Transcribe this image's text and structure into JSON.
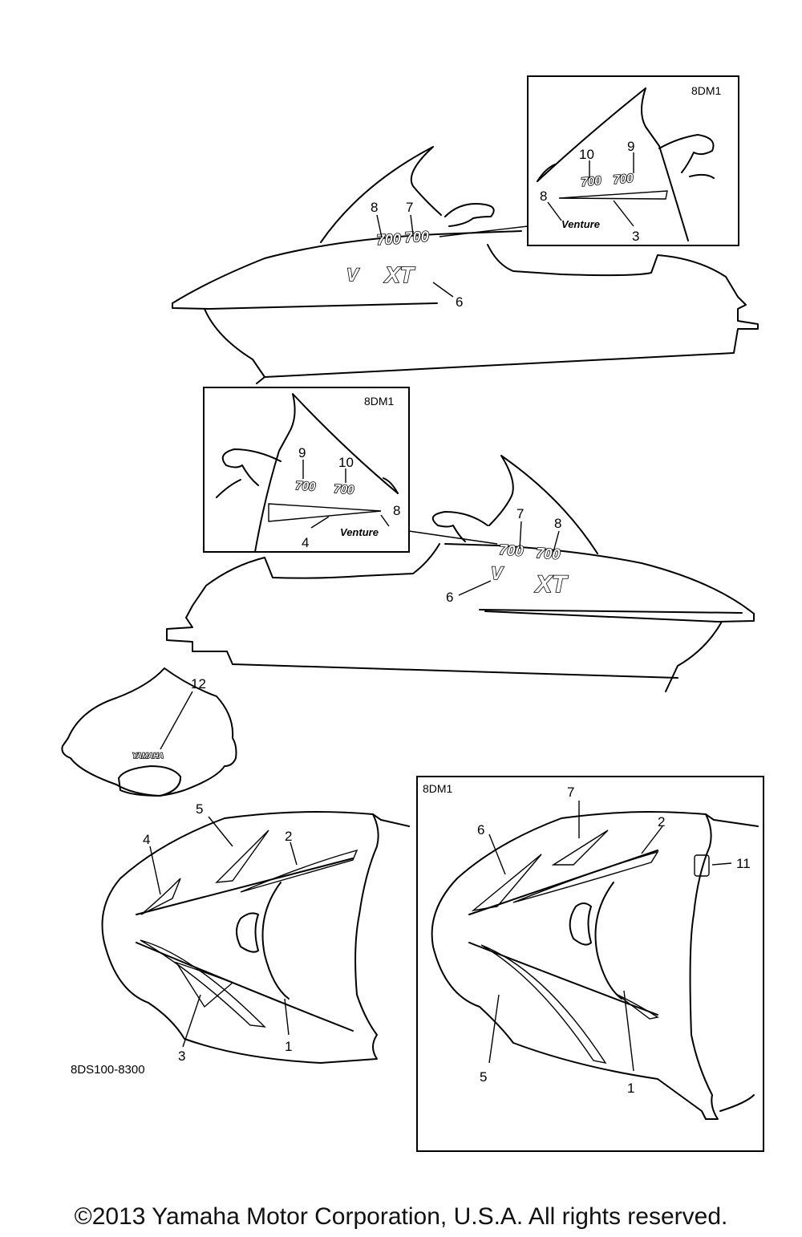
{
  "inset_labels": {
    "top": "8DM1",
    "middle": "8DM1",
    "bottom": "8DM1"
  },
  "part_code": "8DS100-8300",
  "callouts": {
    "top_side": [
      "8",
      "7",
      "6"
    ],
    "top_inset": [
      "10",
      "9",
      "8",
      "3"
    ],
    "middle_inset": [
      "9",
      "10",
      "8",
      "4"
    ],
    "middle_side": [
      "7",
      "8",
      "6"
    ],
    "mirror": [
      "12"
    ],
    "front": [
      "5",
      "2",
      "4",
      "3",
      "1"
    ],
    "front_inset": [
      "7",
      "6",
      "2",
      "11",
      "5",
      "1"
    ]
  },
  "decals": {
    "model_number": "700",
    "brand_script": "Venture",
    "side_logo_a": "V",
    "side_logo_b": "XT",
    "mirror_badge": "YAMAHA"
  },
  "copyright": "©2013 Yamaha Motor Corporation, U.S.A. All rights reserved."
}
